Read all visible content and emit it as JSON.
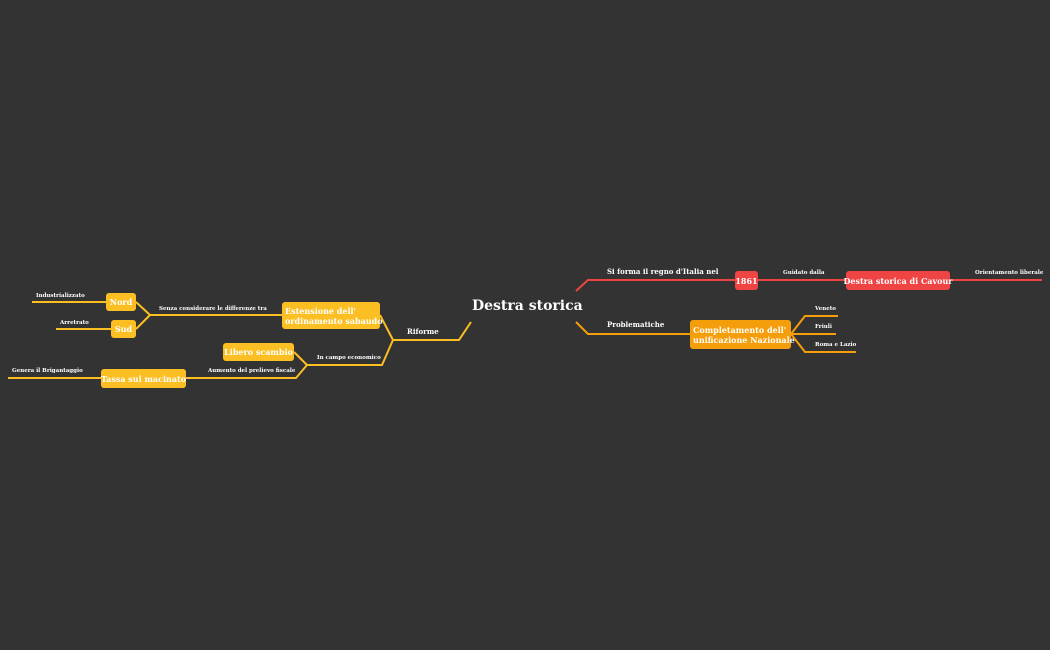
{
  "root": "Destra storica",
  "colors": {
    "background": "#333333",
    "yellow": "#FBBF24",
    "orange": "#F59E0B",
    "red": "#EF4444",
    "text": "#FFFFFF"
  },
  "right": {
    "branch_red": {
      "edge_label": "Si forma il regno d'Italia nel",
      "node_1861": "1861",
      "edge_guidato": "Guidato dalla",
      "node_cavour": "Destra storica di Cavour",
      "leaf_orientamento": "Orientamento liberale"
    },
    "branch_orange": {
      "edge_label": "Problematiche",
      "node_completamento_line1": "Completamento dell'",
      "node_completamento_line2": "unificazione Nazionale",
      "leaves": [
        "Veneto",
        "Friuli",
        "Roma e Lazio"
      ]
    }
  },
  "left": {
    "edge_riforme": "Riforme",
    "node_estensione_line1": "Estensione dell'",
    "node_estensione_line2": "ordinamento sabaudo",
    "edge_senza": "Senza considerare le differenze tra",
    "node_nord": "Nord",
    "leaf_industrializzato": "Industrializzato",
    "node_sud": "Sud",
    "leaf_arretrato": "Arretrato",
    "edge_campo": "In campo economico",
    "node_libero": "Libero scambio",
    "edge_aumento": "Aumento del prelievo fiscale",
    "node_tassa": "Tassa sul macinato",
    "leaf_brigantaggio": "Genera il Brigantaggio"
  }
}
